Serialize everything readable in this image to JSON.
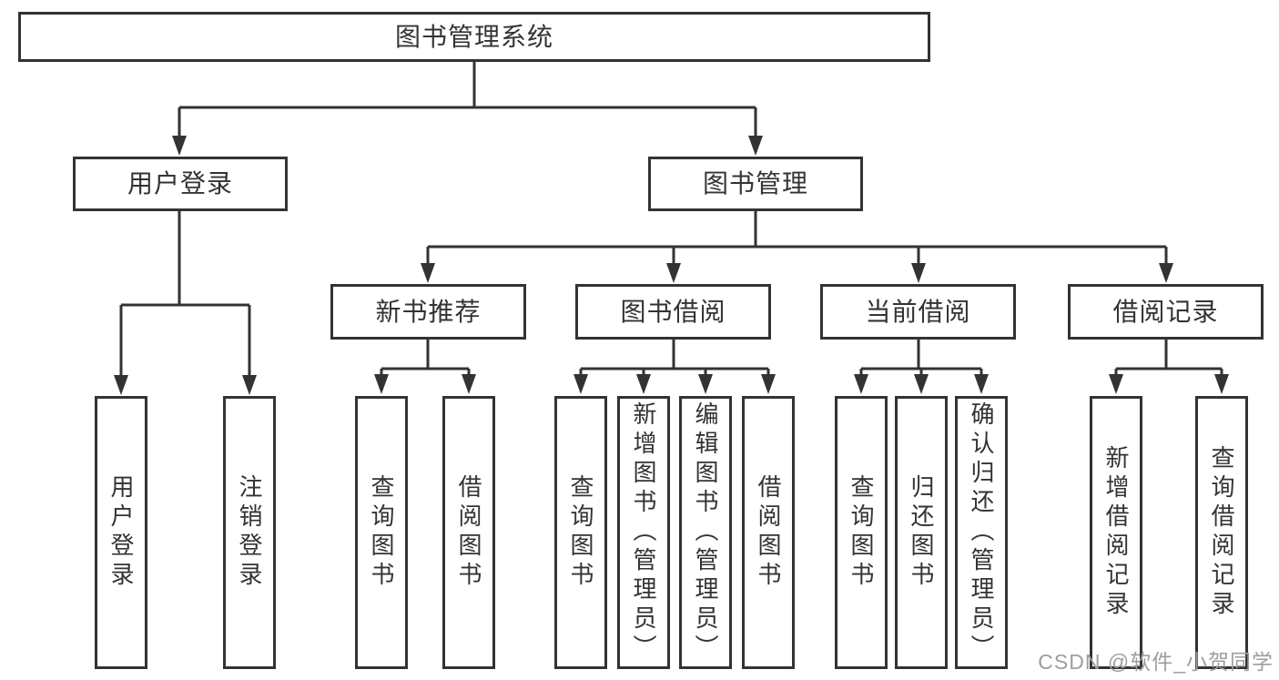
{
  "tree": {
    "root": "图书管理系统",
    "user_login": {
      "label": "用户登录",
      "children": [
        "用户登录",
        "注销登录"
      ]
    },
    "book_mgmt": {
      "label": "图书管理",
      "sections": [
        {
          "label": "新书推荐",
          "children": [
            "查询图书",
            "借阅图书"
          ]
        },
        {
          "label": "图书借阅",
          "children": [
            "查询图书",
            "新增图书（管理员）",
            "编辑图书（管理员）",
            "借阅图书"
          ]
        },
        {
          "label": "当前借阅",
          "children": [
            "查询图书",
            "归还图书",
            "确认归还（管理员）"
          ]
        },
        {
          "label": "借阅记录",
          "children": [
            "新增借阅记录",
            "查询借阅记录"
          ]
        }
      ]
    }
  },
  "watermark": {
    "text": "CSDN @软件_小贺同学"
  },
  "colors": {
    "line": "#333333",
    "box_border": "#333333",
    "text": "#333333",
    "watermark_text": "#9e9e9e",
    "background": "#ffffff"
  }
}
